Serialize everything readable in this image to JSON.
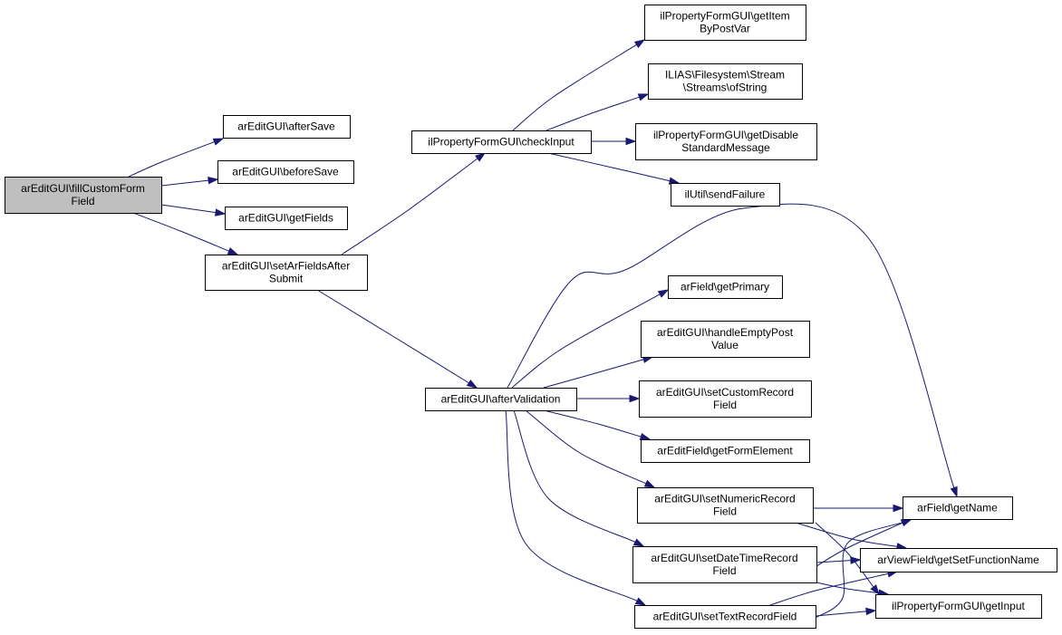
{
  "diagram": {
    "type": "call-graph",
    "edge_color": "#191970",
    "root_fill": "#bfbfbf",
    "nodes": [
      {
        "id": "fillCustomFormField",
        "lines": [
          "arEditGUI\\fillCustomForm",
          "Field"
        ],
        "root": true
      },
      {
        "id": "afterSave",
        "lines": [
          "arEditGUI\\afterSave"
        ]
      },
      {
        "id": "beforeSave",
        "lines": [
          "arEditGUI\\beforeSave"
        ]
      },
      {
        "id": "getFields",
        "lines": [
          "arEditGUI\\getFields"
        ]
      },
      {
        "id": "setArFieldsAfterSubmit",
        "lines": [
          "arEditGUI\\setArFieldsAfter",
          "Submit"
        ]
      },
      {
        "id": "checkInput",
        "lines": [
          "ilPropertyFormGUI\\checkInput"
        ]
      },
      {
        "id": "afterValidation",
        "lines": [
          "arEditGUI\\afterValidation"
        ]
      },
      {
        "id": "getItemByPostVar",
        "lines": [
          "ilPropertyFormGUI\\getItem",
          "ByPostVar"
        ]
      },
      {
        "id": "ofString",
        "lines": [
          "ILIAS\\Filesystem\\Stream",
          "\\Streams\\ofString"
        ]
      },
      {
        "id": "getDisableStandardMessage",
        "lines": [
          "ilPropertyFormGUI\\getDisable",
          "StandardMessage"
        ]
      },
      {
        "id": "sendFailure",
        "lines": [
          "ilUtil\\sendFailure"
        ]
      },
      {
        "id": "getPrimary",
        "lines": [
          "arField\\getPrimary"
        ]
      },
      {
        "id": "handleEmptyPostValue",
        "lines": [
          "arEditGUI\\handleEmptyPost",
          "Value"
        ]
      },
      {
        "id": "setCustomRecordField",
        "lines": [
          "arEditGUI\\setCustomRecord",
          "Field"
        ]
      },
      {
        "id": "getFormElement",
        "lines": [
          "arEditField\\getFormElement"
        ]
      },
      {
        "id": "setNumericRecordField",
        "lines": [
          "arEditGUI\\setNumericRecord",
          "Field"
        ]
      },
      {
        "id": "setDateTimeRecordField",
        "lines": [
          "arEditGUI\\setDateTimeRecord",
          "Field"
        ]
      },
      {
        "id": "setTextRecordField",
        "lines": [
          "arEditGUI\\setTextRecordField"
        ]
      },
      {
        "id": "getName",
        "lines": [
          "arField\\getName"
        ]
      },
      {
        "id": "getSetFunctionName",
        "lines": [
          "arViewField\\getSetFunctionName"
        ]
      },
      {
        "id": "getInput",
        "lines": [
          "ilPropertyFormGUI\\getInput"
        ]
      }
    ],
    "edges": [
      {
        "from": "fillCustomFormField",
        "to": "afterSave"
      },
      {
        "from": "fillCustomFormField",
        "to": "beforeSave"
      },
      {
        "from": "fillCustomFormField",
        "to": "getFields"
      },
      {
        "from": "fillCustomFormField",
        "to": "setArFieldsAfterSubmit"
      },
      {
        "from": "setArFieldsAfterSubmit",
        "to": "checkInput"
      },
      {
        "from": "setArFieldsAfterSubmit",
        "to": "afterValidation"
      },
      {
        "from": "checkInput",
        "to": "getItemByPostVar"
      },
      {
        "from": "checkInput",
        "to": "ofString"
      },
      {
        "from": "checkInput",
        "to": "getDisableStandardMessage"
      },
      {
        "from": "checkInput",
        "to": "sendFailure"
      },
      {
        "from": "afterValidation",
        "to": "getName"
      },
      {
        "from": "afterValidation",
        "to": "getPrimary"
      },
      {
        "from": "afterValidation",
        "to": "handleEmptyPostValue"
      },
      {
        "from": "afterValidation",
        "to": "setCustomRecordField"
      },
      {
        "from": "afterValidation",
        "to": "getFormElement"
      },
      {
        "from": "afterValidation",
        "to": "setNumericRecordField"
      },
      {
        "from": "afterValidation",
        "to": "setDateTimeRecordField"
      },
      {
        "from": "afterValidation",
        "to": "setTextRecordField"
      },
      {
        "from": "setNumericRecordField",
        "to": "getName"
      },
      {
        "from": "setNumericRecordField",
        "to": "getSetFunctionName"
      },
      {
        "from": "setNumericRecordField",
        "to": "getInput"
      },
      {
        "from": "setDateTimeRecordField",
        "to": "getName"
      },
      {
        "from": "setDateTimeRecordField",
        "to": "getSetFunctionName"
      },
      {
        "from": "setDateTimeRecordField",
        "to": "getInput"
      },
      {
        "from": "setTextRecordField",
        "to": "getName"
      },
      {
        "from": "setTextRecordField",
        "to": "getSetFunctionName"
      },
      {
        "from": "setTextRecordField",
        "to": "getInput"
      }
    ]
  }
}
